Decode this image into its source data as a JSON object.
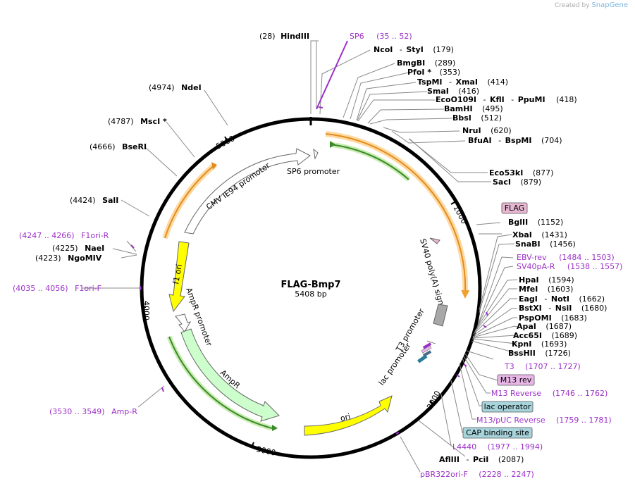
{
  "watermark": {
    "created_by": "Created by",
    "brand": "SnapGene"
  },
  "plasmid": {
    "name": "FLAG-Bmp7",
    "length": "5408 bp"
  },
  "ticks": [
    "1000",
    "2000",
    "3000",
    "4000",
    "5000"
  ],
  "features": {
    "cmv": "CMV IE94 promoter",
    "sp6promoter": "SP6 promoter",
    "f1ori": "f1 ori",
    "amprpromoter": "AmpR promoter",
    "ampr": "AmpR",
    "ori": "ori",
    "sv40": "SV40 poly(A) signal",
    "t3promoter": "T3 promoter",
    "lacpromoter": "lac promoter"
  },
  "right_labels": {
    "hindiii": {
      "pos": "(28)",
      "name": "HindIII"
    },
    "sp6": {
      "name": "SP6",
      "range": "(35 .. 52)"
    },
    "ncoi": {
      "a": "NcoI",
      "sep": "-",
      "b": "StyI",
      "pos": "(179)"
    },
    "bmgbi": {
      "name": "BmgBI",
      "pos": "(289)"
    },
    "pfoi": {
      "name": "PfoI *",
      "pos": "(353)"
    },
    "tspmi": {
      "a": "TspMI",
      "sep": "-",
      "b": "XmaI",
      "pos": "(414)"
    },
    "smai": {
      "name": "SmaI",
      "pos": "(416)"
    },
    "eco0109i": {
      "a": "EcoO109I",
      "sep1": "-",
      "b": "KflI",
      "sep2": "-",
      "c": "PpuMI",
      "pos": "(418)"
    },
    "bamhi": {
      "name": "BamHI",
      "pos": "(495)"
    },
    "bbsi": {
      "name": "BbsI",
      "pos": "(512)"
    },
    "nrui": {
      "name": "NruI",
      "pos": "(620)"
    },
    "bfuai": {
      "a": "BfuAI",
      "sep": "-",
      "b": "BspMI",
      "pos": "(704)"
    },
    "eco53ki": {
      "name": "Eco53kI",
      "pos": "(877)"
    },
    "saci": {
      "name": "SacI",
      "pos": "(879)"
    },
    "flag": {
      "name": "FLAG"
    },
    "bglii": {
      "name": "BglII",
      "pos": "(1152)"
    },
    "xbai": {
      "name": "XbaI",
      "pos": "(1431)"
    },
    "snabi": {
      "name": "SnaBI",
      "pos": "(1456)"
    },
    "ebvrev": {
      "name": "EBV-rev",
      "range": "(1484 .. 1503)"
    },
    "sv40par": {
      "name": "SV40pA-R",
      "range": "(1538 .. 1557)"
    },
    "hpai": {
      "name": "HpaI",
      "pos": "(1594)"
    },
    "mfei": {
      "name": "MfeI",
      "pos": "(1603)"
    },
    "eagi": {
      "a": "EagI",
      "sep": "-",
      "b": "NotI",
      "pos": "(1662)"
    },
    "bstxi": {
      "a": "BstXI",
      "sep": "-",
      "b": "NsiI",
      "pos": "(1680)"
    },
    "pspomi": {
      "name": "PspOMI",
      "pos": "(1683)"
    },
    "apai": {
      "name": "ApaI",
      "pos": "(1687)"
    },
    "acc65i": {
      "name": "Acc65I",
      "pos": "(1689)"
    },
    "kpni": {
      "name": "KpnI",
      "pos": "(1693)"
    },
    "bsshii": {
      "name": "BssHII",
      "pos": "(1726)"
    },
    "t3": {
      "name": "T3",
      "range": "(1707 .. 1727)"
    },
    "m13rev": {
      "name": "M13 rev"
    },
    "m13reverse": {
      "name": "M13 Reverse",
      "range": "(1746 .. 1762)"
    },
    "lacoperator": {
      "name": "lac operator"
    },
    "m13puc": {
      "name": "M13/pUC Reverse",
      "range": "(1759 .. 1781)"
    },
    "cap": {
      "name": "CAP binding site"
    },
    "l4440": {
      "name": "L4440",
      "range": "(1977 .. 1994)"
    },
    "afliii": {
      "a": "AflIII",
      "sep": "-",
      "b": "PciI",
      "pos": "(2087)"
    },
    "pbr322": {
      "name": "pBR322ori-F",
      "range": "(2228 .. 2247)"
    }
  },
  "left_labels": {
    "ndei": {
      "pos": "(4974)",
      "name": "NdeI"
    },
    "msci": {
      "pos": "(4787)",
      "name": "MscI *"
    },
    "bseri": {
      "pos": "(4666)",
      "name": "BseRI"
    },
    "sali": {
      "pos": "(4424)",
      "name": "SalI"
    },
    "f1orir": {
      "range": "(4247 .. 4266)",
      "name": "F1ori-R"
    },
    "naei": {
      "pos": "(4225)",
      "name": "NaeI"
    },
    "ngomiv": {
      "pos": "(4223)",
      "name": "NgoMIV"
    },
    "f1orif": {
      "range": "(4035 .. 4056)",
      "name": "F1ori-F"
    },
    "ampr": {
      "range": "(3530 .. 3549)",
      "name": "Amp-R"
    }
  },
  "colors": {
    "ring": "#000000",
    "orange": "#f0a030",
    "green": "#3a8a2a",
    "yellow": "#ffff00",
    "amp": "#ccffcc",
    "purple": "#9b30c8",
    "flagbox": "#e8b7d2",
    "m13box": "#e8b7e8",
    "lacbox": "#a8d4dc",
    "sv40": "#a8a8a8"
  }
}
